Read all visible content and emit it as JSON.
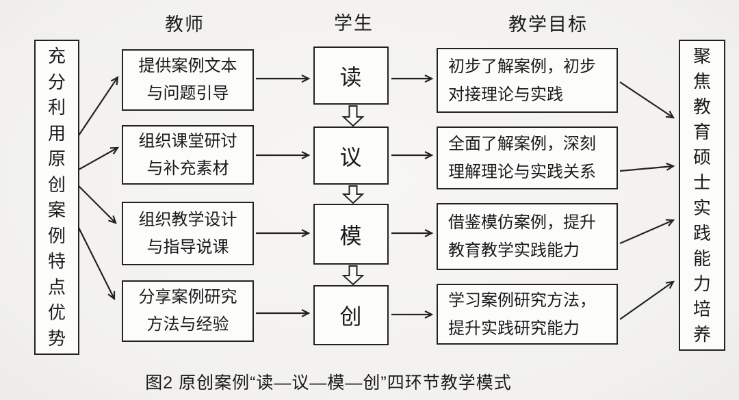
{
  "diagram": {
    "headers": {
      "teacher": "教师",
      "student": "学生",
      "objective": "教学目标"
    },
    "left_box": "充分利用原创案例特点优势",
    "right_box": "聚焦教育硕士实践能力培养",
    "rows": [
      {
        "teacher_line1": "提供案例文本",
        "teacher_line2": "与问题引导",
        "student": "读",
        "objective_line1": "初步了解案例，初步",
        "objective_line2": "对接理论与实践"
      },
      {
        "teacher_line1": "组织课堂研讨",
        "teacher_line2": "与补充素材",
        "student": "议",
        "objective_line1": "全面了解案例，深刻",
        "objective_line2": "理解理论与实践关系"
      },
      {
        "teacher_line1": "组织教学设计",
        "teacher_line2": "与指导说课",
        "student": "模",
        "objective_line1": "借鉴模仿案例，提升",
        "objective_line2": "教育教学实践能力"
      },
      {
        "teacher_line1": "分享案例研究",
        "teacher_line2": "方法与经验",
        "student": "创",
        "objective_line1": "学习案例研究方法，",
        "objective_line2": "提升实践研究能力"
      }
    ],
    "caption": "图2 原创案例“读—议—模—创”四环节教学模式",
    "colors": {
      "background": "#f2f1ef",
      "line": "#222222",
      "box_fill": "#fcfcfb"
    }
  }
}
